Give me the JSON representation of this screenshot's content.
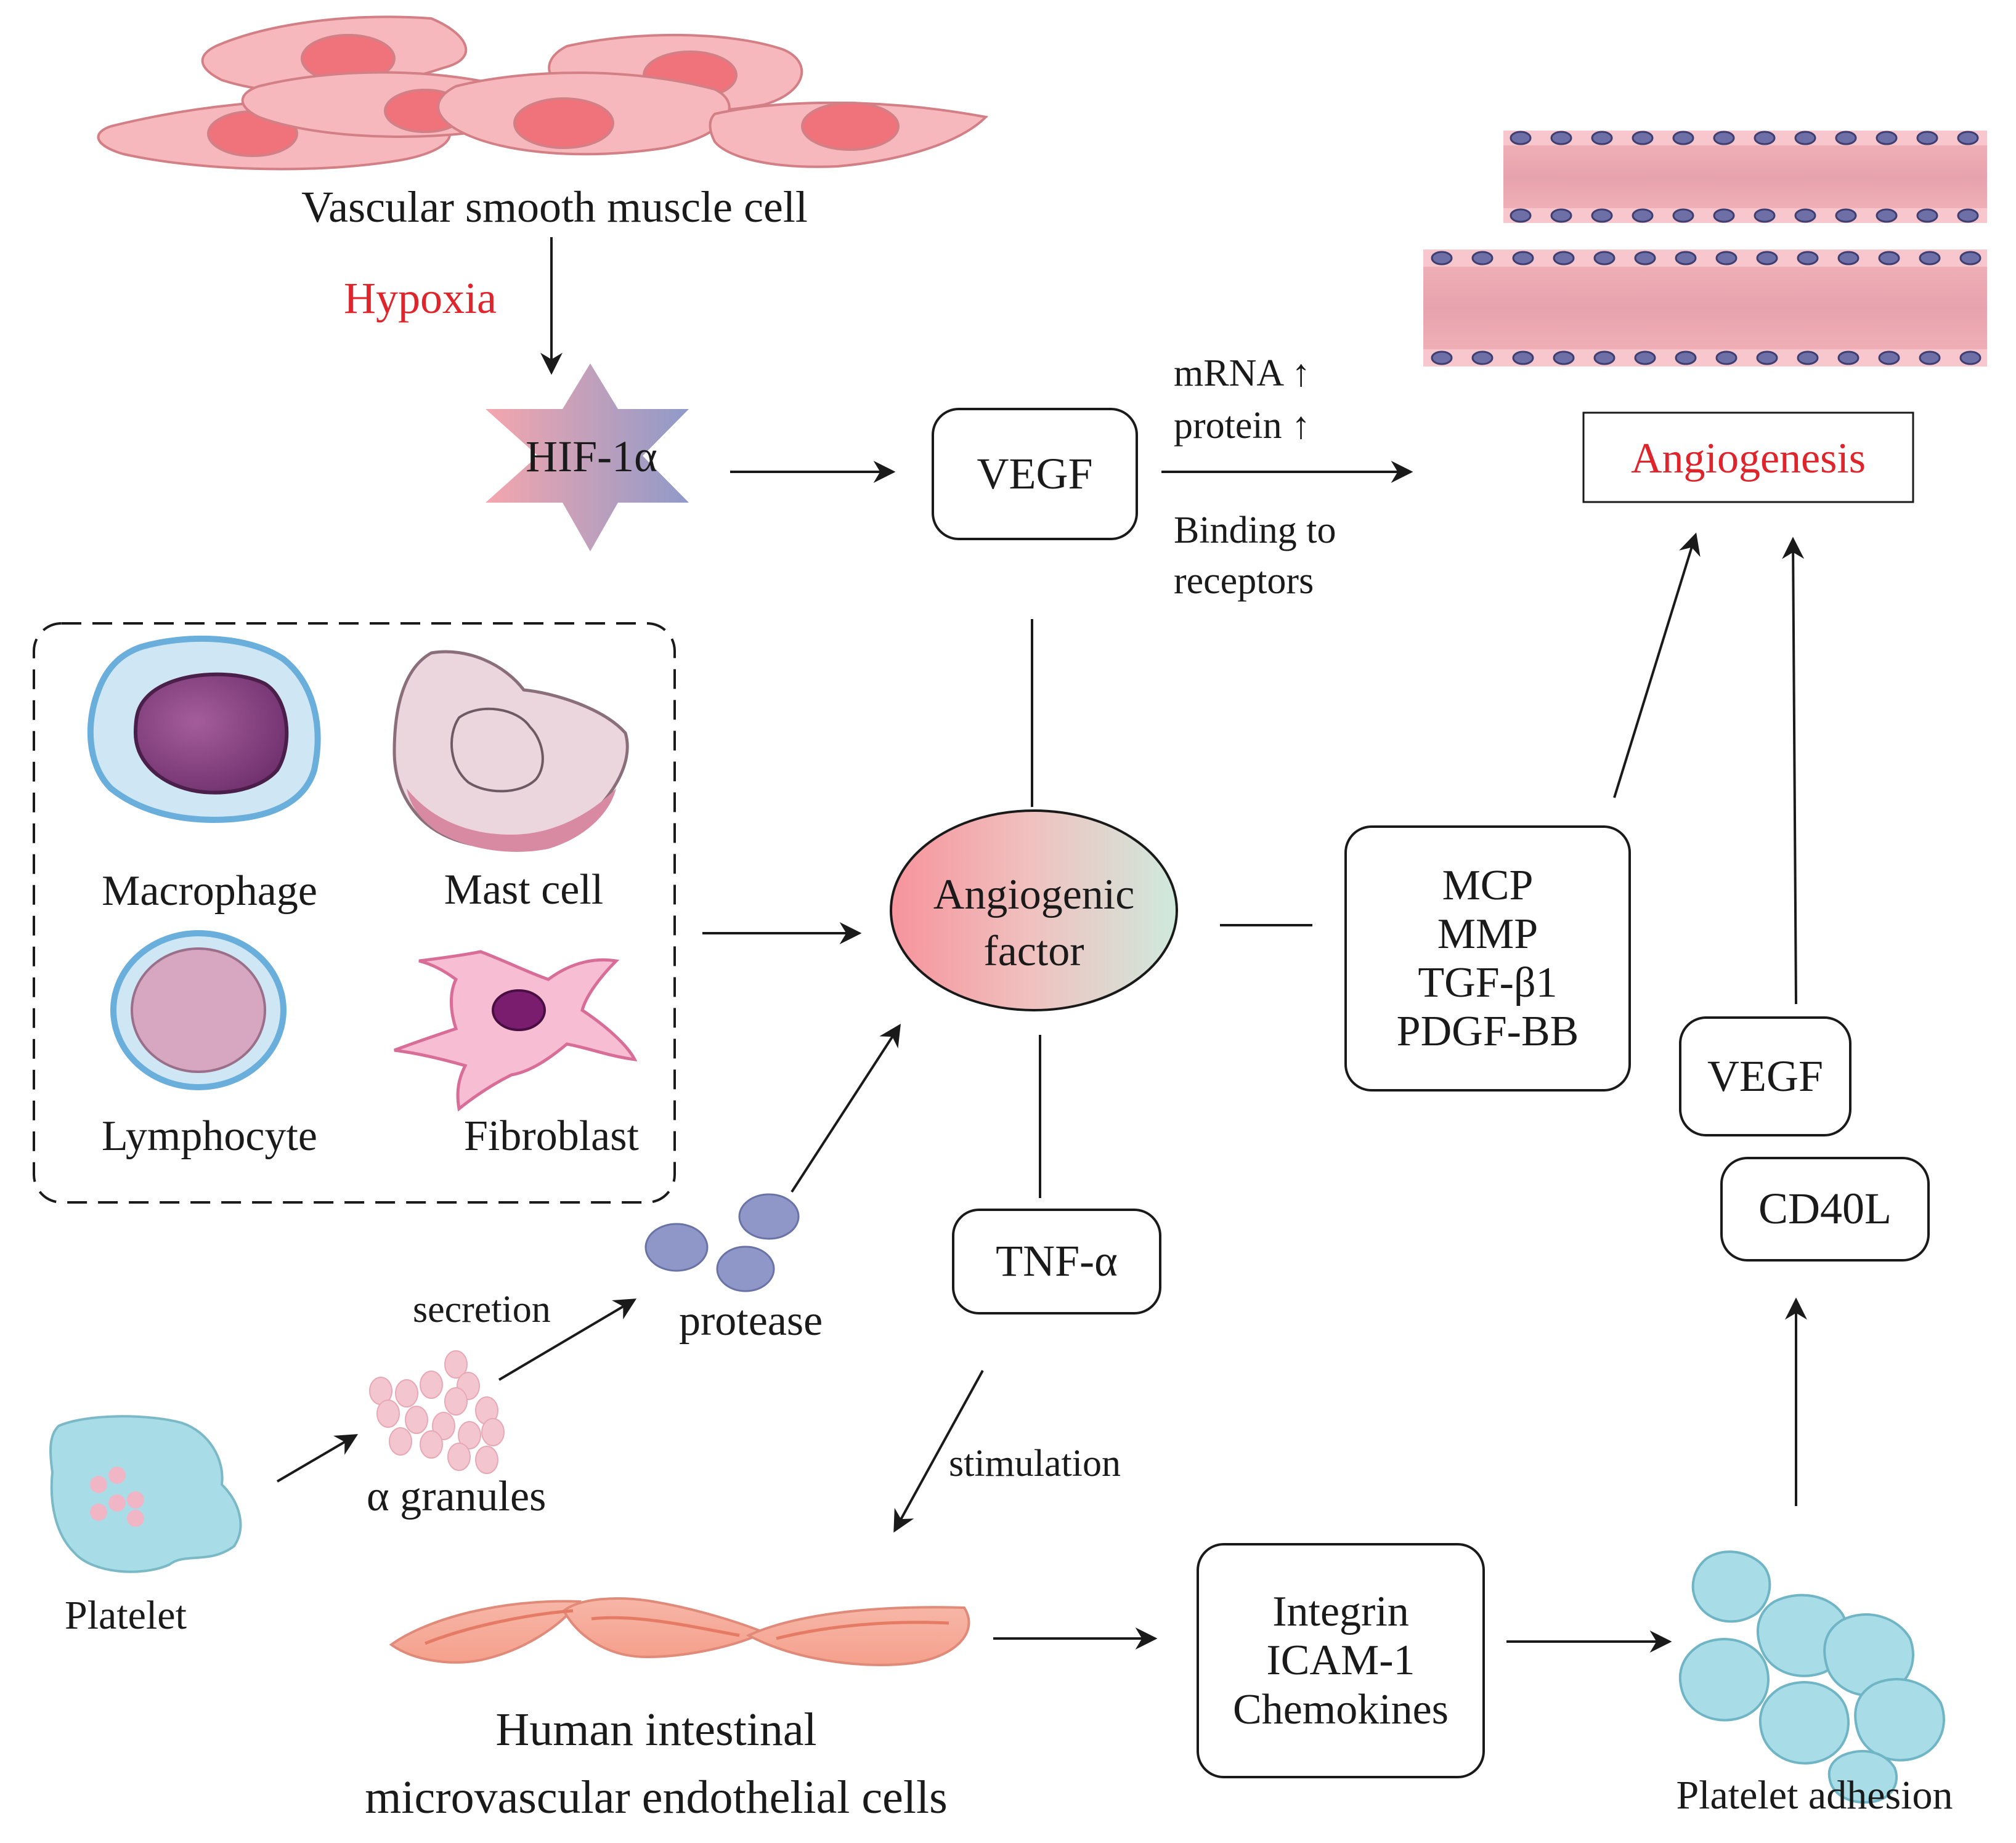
{
  "labels": {
    "vsmc": "Vascular smooth muscle cell",
    "hypoxia": "Hypoxia",
    "hif": "HIF-1α",
    "vegf_top": "VEGF",
    "mrna": "mRNA ↑",
    "protein": "protein ↑",
    "binding_1": "Binding to",
    "binding_2": "receptors",
    "angiogenesis": "Angiogenesis",
    "macrophage": "Macrophage",
    "mast_cell": "Mast cell",
    "lymphocyte": "Lymphocyte",
    "fibroblast": "Fibroblast",
    "angiogenic_1": "Angiogenic",
    "angiogenic_2": "factor",
    "mcp": "MCP",
    "mmp": "MMP",
    "tgf": "TGF-β1",
    "pdgf": "PDGF-BB",
    "vegf_right": "VEGF",
    "cd40l": "CD40L",
    "tnf": "TNF-α",
    "secretion": "secretion",
    "protease": "protease",
    "platelet": "Platelet",
    "alpha_granules": "α granules",
    "stimulation": "stimulation",
    "himec_1": "Human intestinal",
    "himec_2": "microvascular endothelial cells",
    "integrin": "Integrin",
    "icam": "ICAM-1",
    "chemokines": "Chemokines",
    "platelet_adhesion": "Platelet adhesion"
  },
  "colors": {
    "accent_red": "#e0242b",
    "smooth_muscle_fill": "#f7b8bd",
    "nucleus_fill": "#f0737c",
    "vessel_fill": "#e8a9b2",
    "platelet_fill": "#a8dde7",
    "line": "#1a1a1a"
  },
  "icons": [
    "smooth-muscle-cell-icon",
    "blood-vessel-icon",
    "hif-star-icon",
    "macrophage-icon",
    "mast-cell-icon",
    "lymphocyte-icon",
    "fibroblast-icon",
    "protease-icon",
    "platelet-icon",
    "granules-icon",
    "endothelial-cell-icon",
    "platelet-aggregate-icon"
  ]
}
